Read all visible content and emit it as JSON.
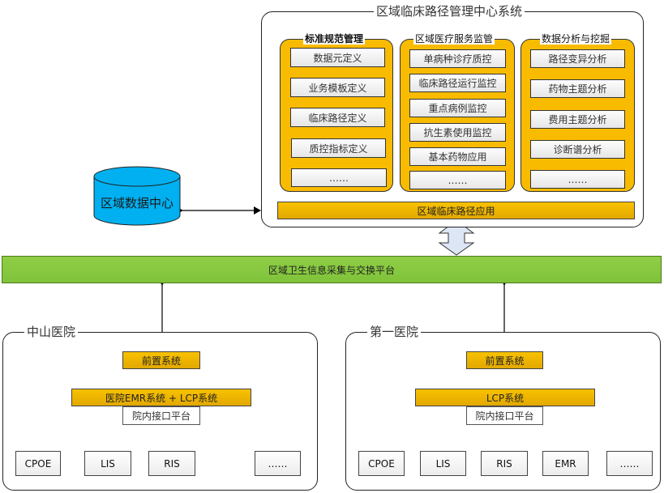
{
  "center_system": {
    "title": "区域临床路径管理中心系统",
    "columns": [
      {
        "title": "标准规范管理",
        "items": [
          "数据元定义",
          "业务模板定义",
          "临床路径定义",
          "质控指标定义",
          "……"
        ]
      },
      {
        "title": "区域医疗服务监管",
        "items": [
          "单病种诊疗质控",
          "临床路径运行监控",
          "重点病例监控",
          "抗生素使用监控",
          "基本药物应用",
          "……"
        ]
      },
      {
        "title": "数据分析与挖掘",
        "items": [
          "路径变异分析",
          "药物主题分析",
          "费用主题分析",
          "诊断谱分析",
          "……"
        ]
      }
    ],
    "app_bar": "区域临床路径应用"
  },
  "data_center": {
    "label": "区域数据中心",
    "color": "#00b0f0"
  },
  "platform": {
    "label": "区域卫生信息采集与交换平台",
    "color": "#8cc84b"
  },
  "hospitals": [
    {
      "title": "中山医院",
      "front_system": "前置系统",
      "core_system": "医院EMR系统 + LCP系统",
      "interface": "院内接口平台",
      "subsystems": [
        "CPOE",
        "LIS",
        "RIS",
        "……"
      ]
    },
    {
      "title": "第一医院",
      "front_system": "前置系统",
      "core_system": "LCP系统",
      "interface": "院内接口平台",
      "subsystems": [
        "CPOE",
        "LIS",
        "RIS",
        "EMR",
        "……"
      ]
    }
  ],
  "colors": {
    "gold": "#f9bb00",
    "green": "#8cc84b",
    "blue": "#00b0f0",
    "arrow_fill": "#dde6f5"
  }
}
